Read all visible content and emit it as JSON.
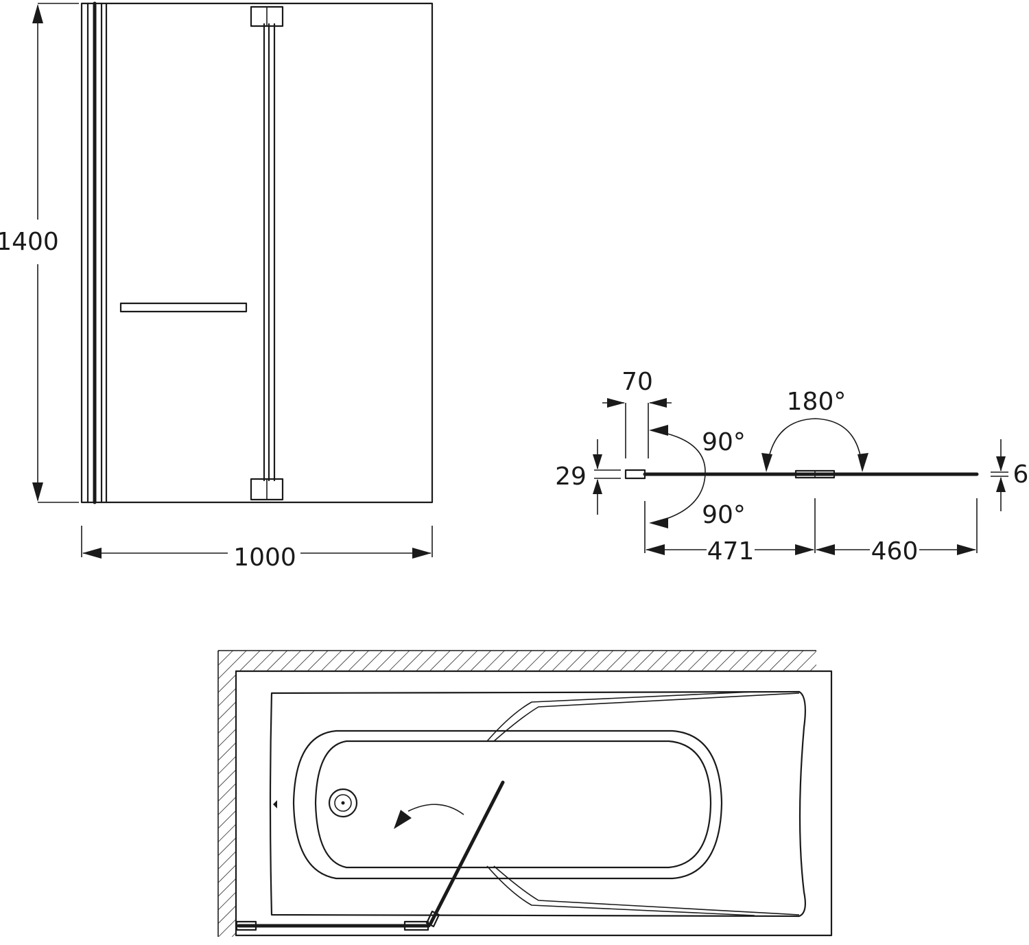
{
  "front_view": {
    "height_label": "1400",
    "width_label": "1000"
  },
  "plan_view": {
    "fixed_depth_label": "70",
    "profile_label": "29",
    "glass_thickness_label": "6",
    "left_panel_label": "471",
    "right_panel_label": "460",
    "angle_top_label": "90°",
    "angle_bottom_label": "90°",
    "angle_fold_label": "180°"
  }
}
